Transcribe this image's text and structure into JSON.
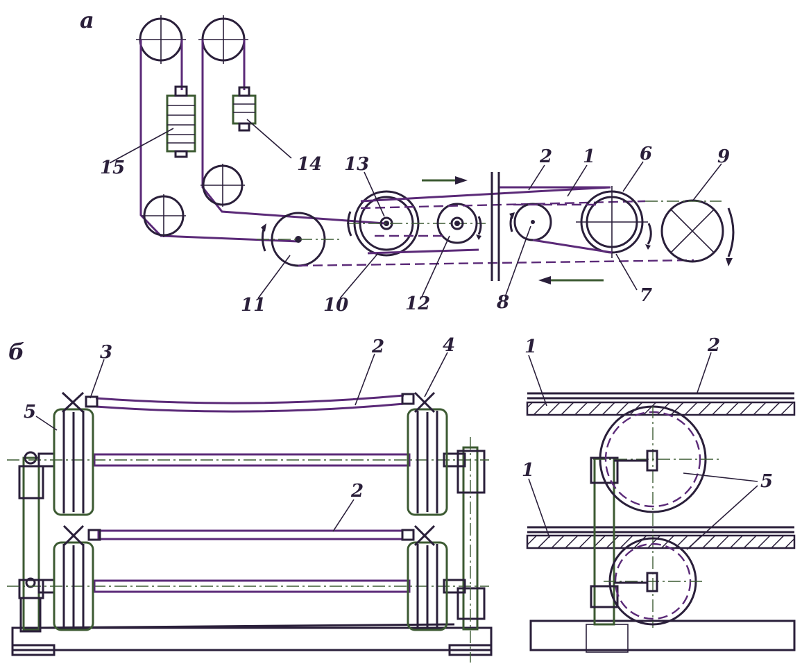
{
  "figure_a": {
    "panel_letter": "а",
    "callouts": [
      "1",
      "2",
      "6",
      "7",
      "8",
      "9",
      "10",
      "11",
      "12",
      "13",
      "14",
      "15"
    ]
  },
  "figure_b": {
    "panel_letter": "б",
    "front_callouts": [
      "2",
      "3",
      "4",
      "5",
      "2"
    ],
    "side_callouts": [
      "1",
      "2",
      "1",
      "5"
    ]
  },
  "colors": {
    "ink": "#2a1f3a",
    "green": "#3c5a32",
    "purple": "#5b2a78"
  }
}
